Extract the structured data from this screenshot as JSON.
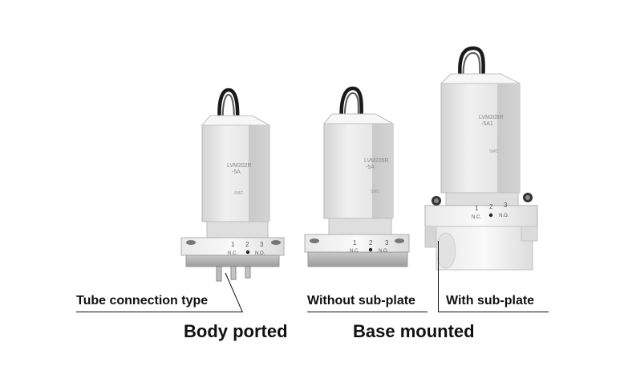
{
  "captions": {
    "tube_connection": "Tube connection type",
    "without_sub_plate": "Without sub-plate",
    "with_sub_plate": "With sub-plate",
    "body_ported": "Body ported",
    "base_mounted": "Base mounted"
  },
  "valves": [
    {
      "model": "LVM202R",
      "model_suffix": "-5A",
      "ports": [
        "1",
        "2",
        "3"
      ],
      "port_names": [
        "N.C.",
        "N.O."
      ]
    },
    {
      "model": "LVM205R",
      "model_suffix": "-5A",
      "ports": [
        "1",
        "2",
        "3"
      ],
      "port_names": [
        "N.C.",
        "N.O."
      ]
    },
    {
      "model": "LVM205R",
      "model_suffix": "-5A1",
      "ports": [
        "1",
        "2",
        "3"
      ],
      "port_names": [
        "N.C.",
        "N.O."
      ]
    }
  ],
  "brand": "SMC"
}
